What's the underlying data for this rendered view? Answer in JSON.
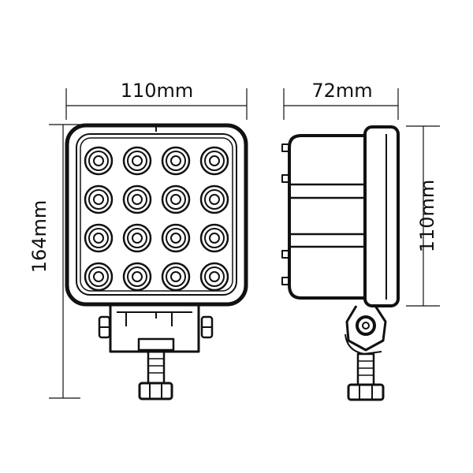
{
  "dimensions": {
    "front_width": "110mm",
    "side_depth": "72mm",
    "front_height": "164mm",
    "side_height": "110mm"
  },
  "leds": {
    "rows": 4,
    "cols": 4
  },
  "colors": {
    "line": "#111111",
    "background": "#ffffff"
  }
}
